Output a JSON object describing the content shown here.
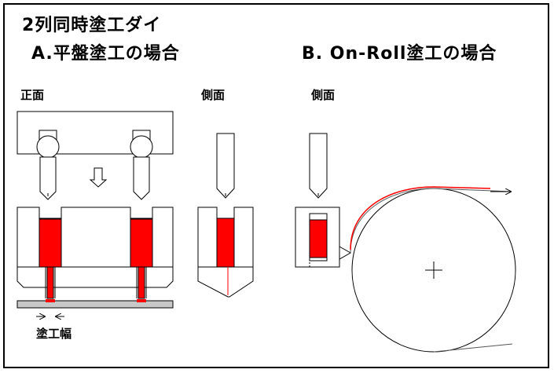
{
  "title": "2列同時塗工ダイ",
  "section_a": {
    "label": "A.平盤塗工の場合"
  },
  "section_b": {
    "label": "B. On-Roll塗工の場合"
  },
  "views": {
    "front": "正面",
    "side_a": "側面",
    "side_b": "側面"
  },
  "coat_width_label": "塗工幅",
  "colors": {
    "coating": "#ff0000",
    "outline": "#000000",
    "substrate": "#c8c8c8",
    "background": "#ffffff"
  }
}
